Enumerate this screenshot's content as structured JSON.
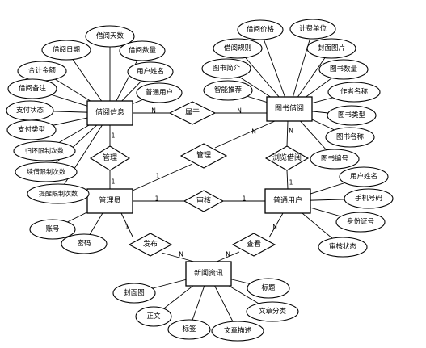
{
  "entities": {
    "borrow_info": "借阅信息",
    "book_borrow": "图书借阅",
    "admin": "管理员",
    "user": "普通用户",
    "news": "新闻资讯"
  },
  "relations": {
    "belongs": "属于",
    "manage_left": "管理",
    "manage_diag": "管理",
    "browse_borrow": "浏览借阅",
    "review": "审核",
    "publish": "发布",
    "view": "查看"
  },
  "attributes": {
    "borrow_info": [
      "借阅天数",
      "借阅日期",
      "借阅数量",
      "合计金额",
      "用户姓名",
      "借阅备注",
      "普通用户",
      "支付状态",
      "支付类型",
      "归还限制次数",
      "续借限制次数",
      "提醒限制次数"
    ],
    "book_borrow": [
      "借阅价格",
      "计费单位",
      "借阅规则",
      "封面图片",
      "图书简介",
      "图书数量",
      "智能推荐",
      "作者名称",
      "图书类型",
      "图书名称",
      "图书编号"
    ],
    "user": [
      "用户姓名",
      "手机号码",
      "身份证号",
      "审核状态"
    ],
    "admin": [
      "账号",
      "密码"
    ],
    "news": [
      "封面图",
      "标题",
      "正文",
      "文章分类",
      "标签",
      "文章描述"
    ]
  },
  "cardinality": {
    "belongs_left": "N",
    "belongs_right": "N",
    "manage_top": "1",
    "manage_bottom": "1",
    "manage_diag_left": "1",
    "manage_diag_right": "N",
    "browse_top": "N",
    "browse_bottom": "1",
    "review_left": "1",
    "review_right": "1",
    "publish_left": "1",
    "publish_right": "N",
    "view_left": "N",
    "view_right": "N"
  }
}
